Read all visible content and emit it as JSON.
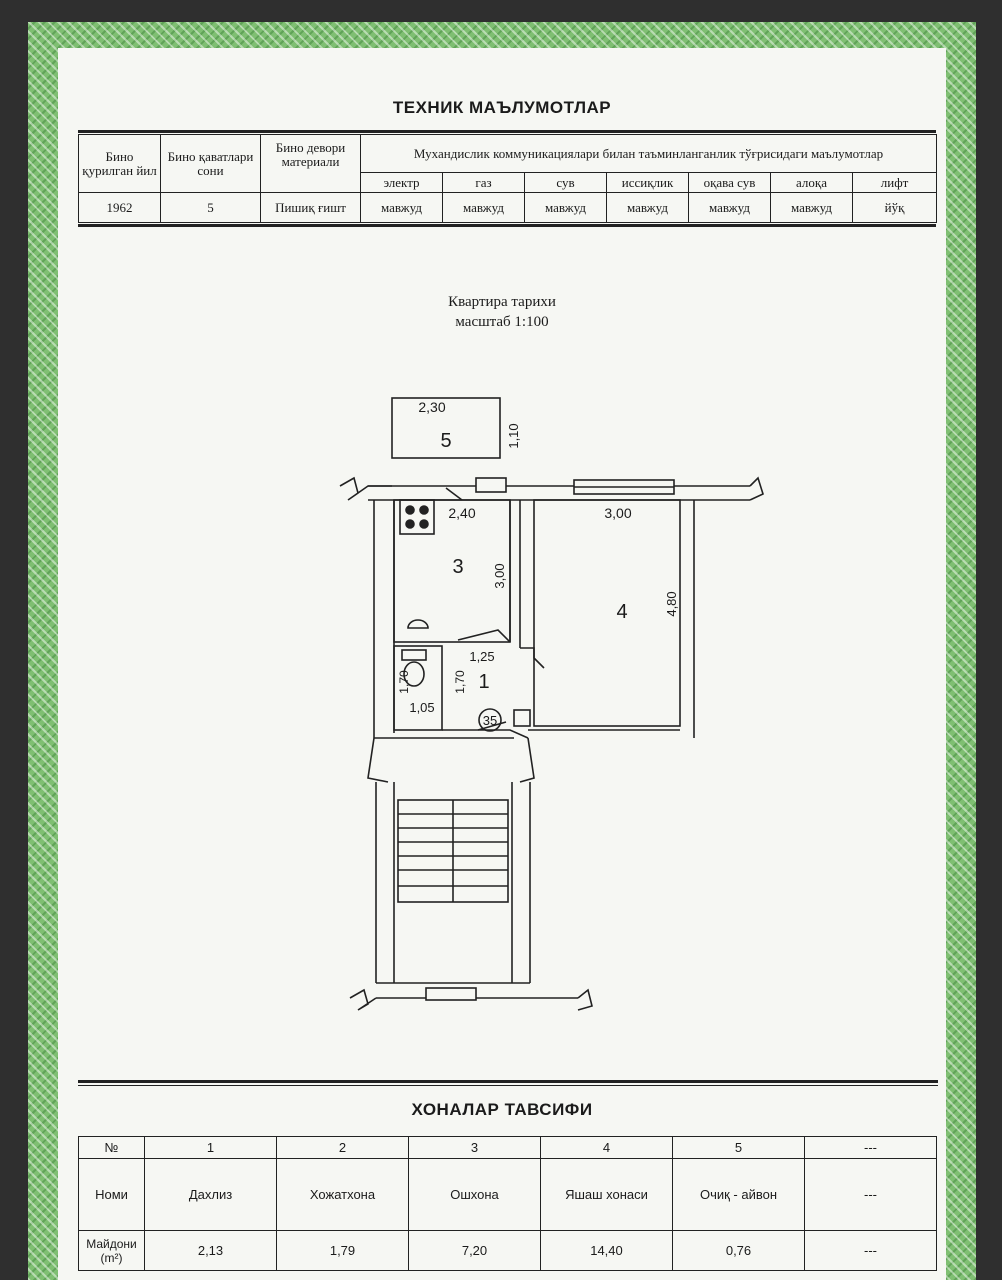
{
  "tech_section": {
    "title": "ТЕХНИК МАЪЛУМОТЛАР",
    "col_year": "Бино қурилган йил",
    "col_floors": "Бино қаватлари сони",
    "col_material": "Бино девори материали",
    "comm_header": "Мухандислик коммуникациялари билан таъминланганлик тўғрисидаги маълумотлар",
    "comm_columns": [
      "электр",
      "газ",
      "сув",
      "иссиқлик",
      "оқава сув",
      "алоқа",
      "лифт"
    ],
    "year": "1962",
    "floors": "5",
    "material": "Пишиқ ғишт",
    "comm_values": [
      "мавжуд",
      "мавжуд",
      "мавжуд",
      "мавжуд",
      "мавжуд",
      "мавжуд",
      "йўқ"
    ]
  },
  "plan": {
    "title": "Квартира тарихи",
    "scale": "масштаб 1:100",
    "labels": {
      "room5": "5",
      "room3": "3",
      "room4": "4",
      "room1": "1",
      "dim_230": "2,30",
      "dim_110": "1,10",
      "dim_240": "2,40",
      "dim_300a": "3,00",
      "dim_300b": "3,00",
      "dim_480": "4,80",
      "dim_125": "1,25",
      "dim_170a": "1,70",
      "dim_170b": "1,70",
      "dim_105": "1,05",
      "apt_no": "35"
    }
  },
  "rooms_section": {
    "title": "ХОНАЛАР ТАВСИФИ",
    "header_no": "№",
    "numbers": [
      "1",
      "2",
      "3",
      "4",
      "5",
      "---"
    ],
    "label_name": "Номи",
    "names": [
      "Дахлиз",
      "Хожатхона",
      "Ошхона",
      "Яшаш хонаси",
      "Очиқ - айвон",
      "---"
    ],
    "label_area": "Майдони (m²)",
    "areas": [
      "2,13",
      "1,79",
      "7,20",
      "14,40",
      "0,76",
      "---"
    ]
  }
}
